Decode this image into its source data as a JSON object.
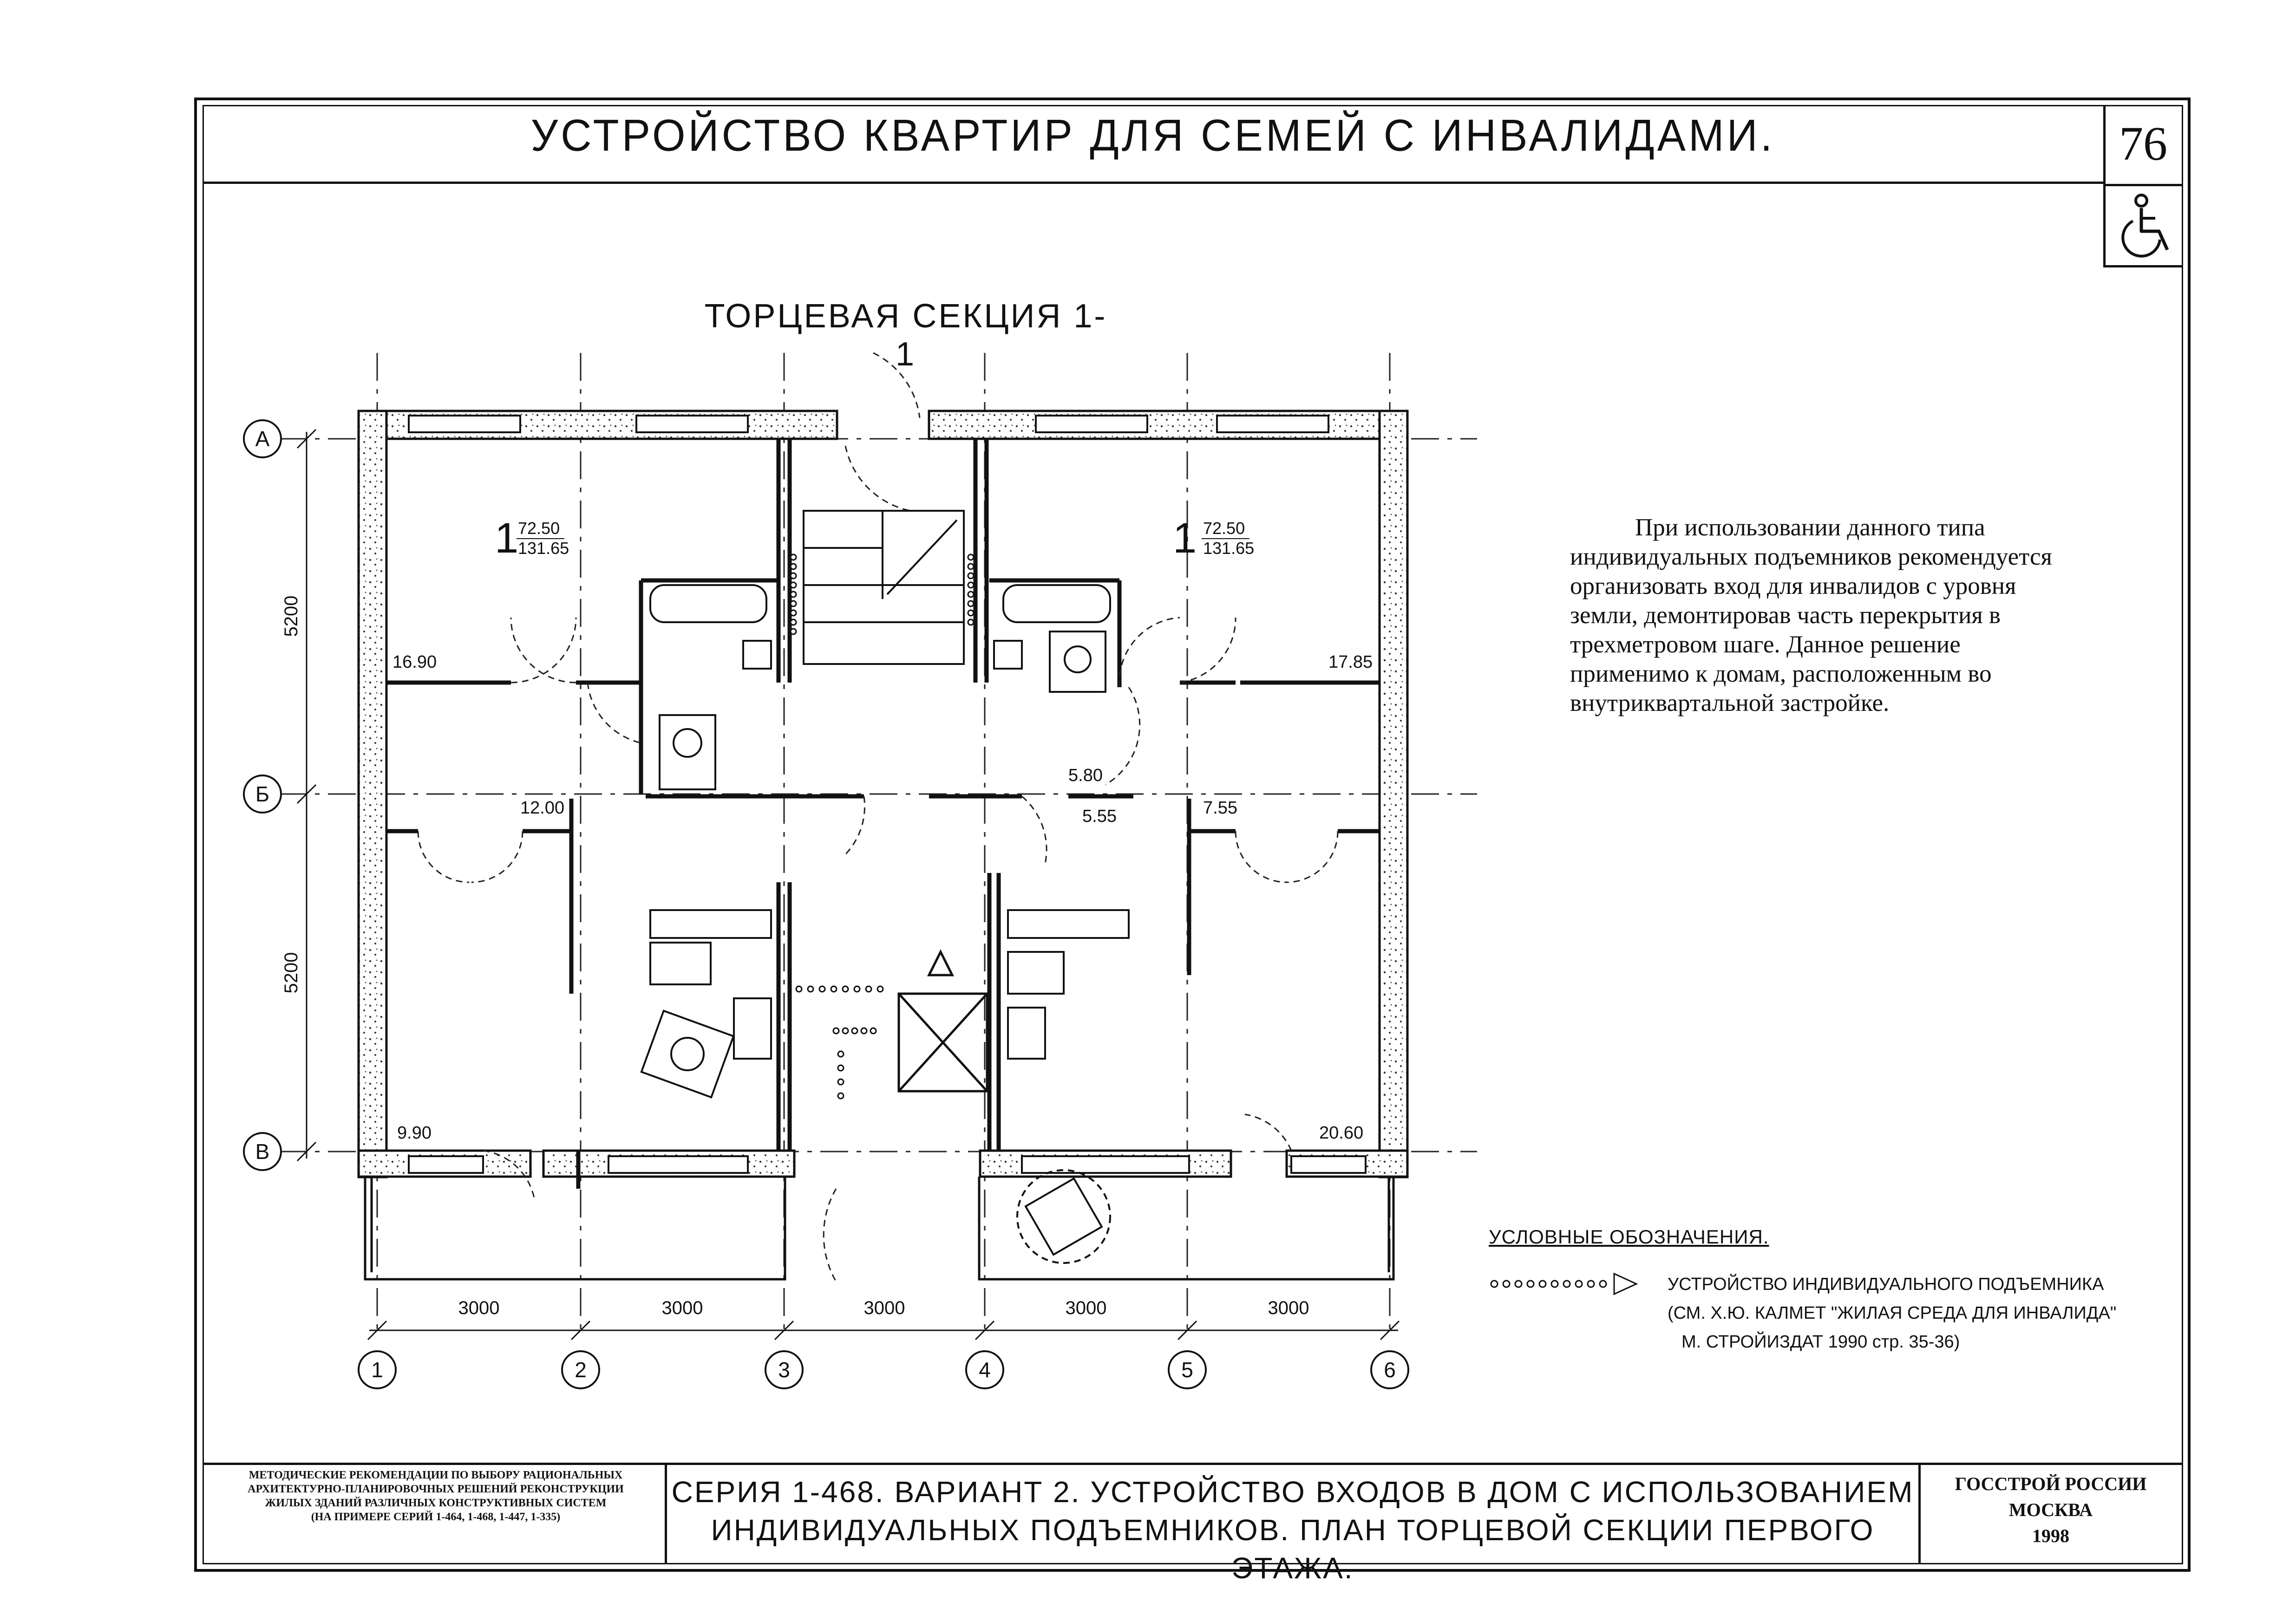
{
  "sheet": {
    "title": "УСТРОЙСТВО КВАРТИР ДЛЯ СЕМЕЙ С ИНВАЛИДАМИ.",
    "page_number": "76",
    "page_icon": "wheelchair-icon"
  },
  "plan": {
    "section_title": "ТОРЦЕВАЯ СЕКЦИЯ 1-1",
    "row_axes": [
      "А",
      "Б",
      "В"
    ],
    "column_axes": [
      "1",
      "2",
      "3",
      "4",
      "5",
      "6"
    ],
    "bay_dimensions": [
      "3000",
      "3000",
      "3000",
      "3000",
      "3000"
    ],
    "row_dimensions": [
      "5200",
      "5200"
    ],
    "apartments": [
      {
        "rooms": "1",
        "living_area": "72.50",
        "total_area": "131.65"
      },
      {
        "rooms": "1",
        "living_area": "72.50",
        "total_area": "131.65"
      }
    ],
    "room_areas": {
      "left_top_room": "16.90",
      "left_hall": "12.00",
      "left_bottom_room": "9.90",
      "right_top_room": "17.85",
      "right_bath": "5.80",
      "right_hall": "5.55",
      "right_small_room": "7.55",
      "right_bottom_room": "20.60"
    }
  },
  "note": {
    "paragraph": "При использовании данного типа индивидуальных подъемников рекомендуется организовать вход для инвалидов с уровня земли, демонтировав часть перекрытия в трехметровом шаге. Данное решение применимо к домам, расположенным во внутриквартальной застройке."
  },
  "legend": {
    "title": "УСЛОВНЫЕ ОБОЗНАЧЕНИЯ.",
    "items": [
      {
        "symbol": "lift-dotted-arrow",
        "line1": "УСТРОЙСТВО ИНДИВИДУАЛЬНОГО ПОДЪЕМНИКА",
        "line2": "(СМ. Х.Ю. КАЛМЕТ \"ЖИЛАЯ СРЕДА ДЛЯ ИНВАЛИДА\"",
        "line3": "М. СТРОЙИЗДАТ 1990 стр. 35-36)"
      }
    ]
  },
  "footer": {
    "left_lines": [
      "МЕТОДИЧЕСКИЕ РЕКОМЕНДАЦИИ ПО ВЫБОРУ РАЦИОНАЛЬНЫХ",
      "АРХИТЕКТУРНО-ПЛАНИРОВОЧНЫХ РЕШЕНИЙ РЕКОНСТРУКЦИИ",
      "ЖИЛЫХ ЗДАНИЙ РАЗЛИЧНЫХ КОНСТРУКТИВНЫХ СИСТЕМ",
      "(НА ПРИМЕРЕ СЕРИЙ 1-464, 1-468, 1-447, 1-335)"
    ],
    "main_line1": "СЕРИЯ 1-468. ВАРИАНТ 2. УСТРОЙСТВО ВХОДОВ В ДОМ С ИСПОЛЬЗОВАНИЕМ",
    "main_line2": "ИНДИВИДУАЛЬНЫХ ПОДЪЕМНИКОВ. ПЛАН ТОРЦЕВОЙ СЕКЦИИ ПЕРВОГО ЭТАЖА.",
    "org_line1": "ГОССТРОЙ РОССИИ",
    "org_line2": "МОСКВА",
    "org_line3": "1998"
  }
}
